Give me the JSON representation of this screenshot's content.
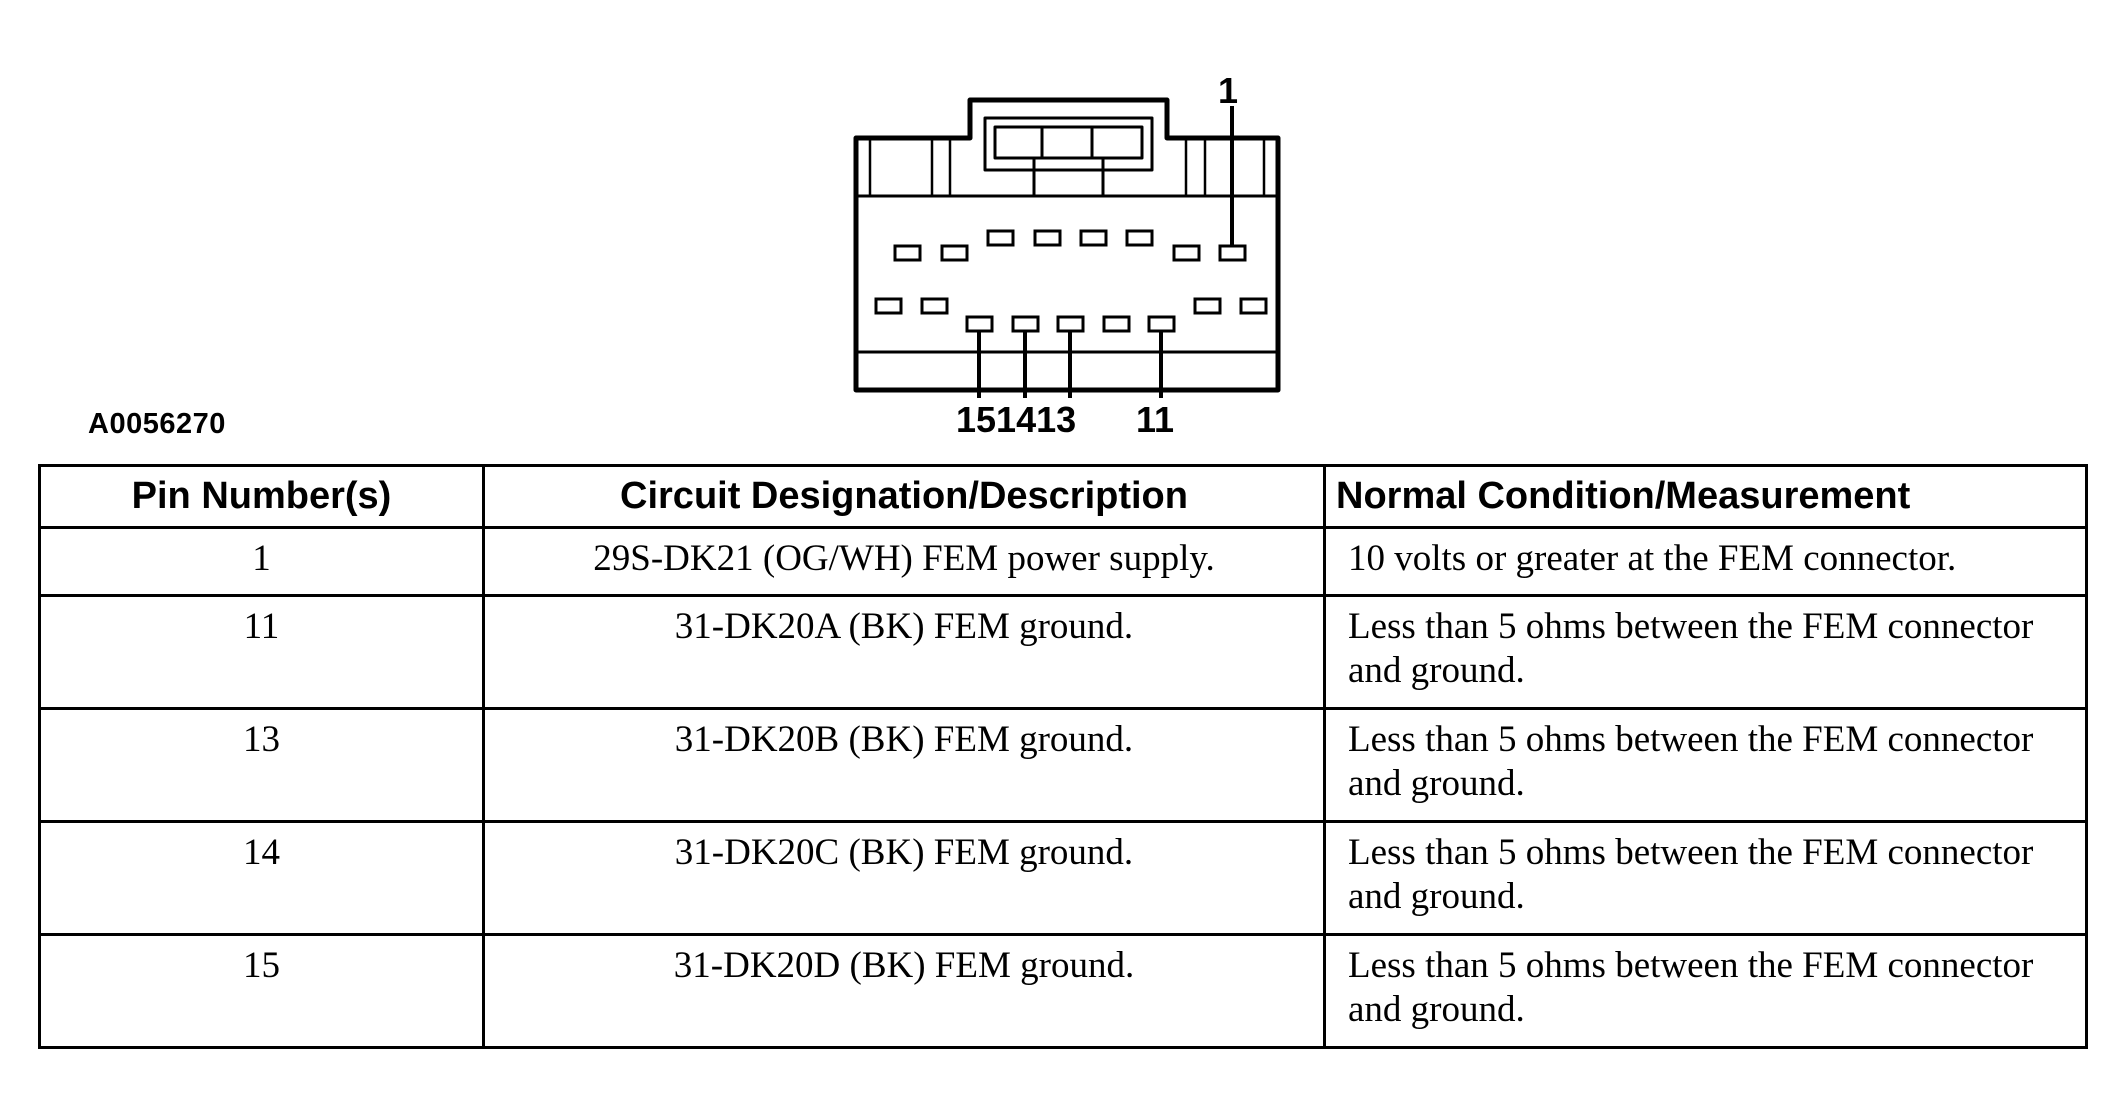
{
  "figure": {
    "id": "A0056270",
    "pin_labels": {
      "top": "1",
      "bottom_group": "151413",
      "bottom_single": "11"
    }
  },
  "table": {
    "headers": {
      "pin": "Pin Number(s)",
      "circuit": "Circuit Designation/Description",
      "condition": "Normal Condition/Measurement"
    },
    "rows": [
      {
        "pin": "1",
        "circuit": "29S-DK21 (OG/WH) FEM power supply.",
        "condition": "10 volts or greater at the FEM connector."
      },
      {
        "pin": "11",
        "circuit": "31-DK20A (BK) FEM ground.",
        "condition": "Less than 5 ohms between the FEM connector and ground."
      },
      {
        "pin": "13",
        "circuit": "31-DK20B (BK) FEM ground.",
        "condition": "Less than 5 ohms between the FEM connector and ground."
      },
      {
        "pin": "14",
        "circuit": "31-DK20C (BK) FEM ground.",
        "condition": "Less than 5 ohms between the FEM connector and ground."
      },
      {
        "pin": "15",
        "circuit": "31-DK20D (BK) FEM ground.",
        "condition": "Less than 5 ohms between the FEM connector and ground."
      }
    ]
  }
}
